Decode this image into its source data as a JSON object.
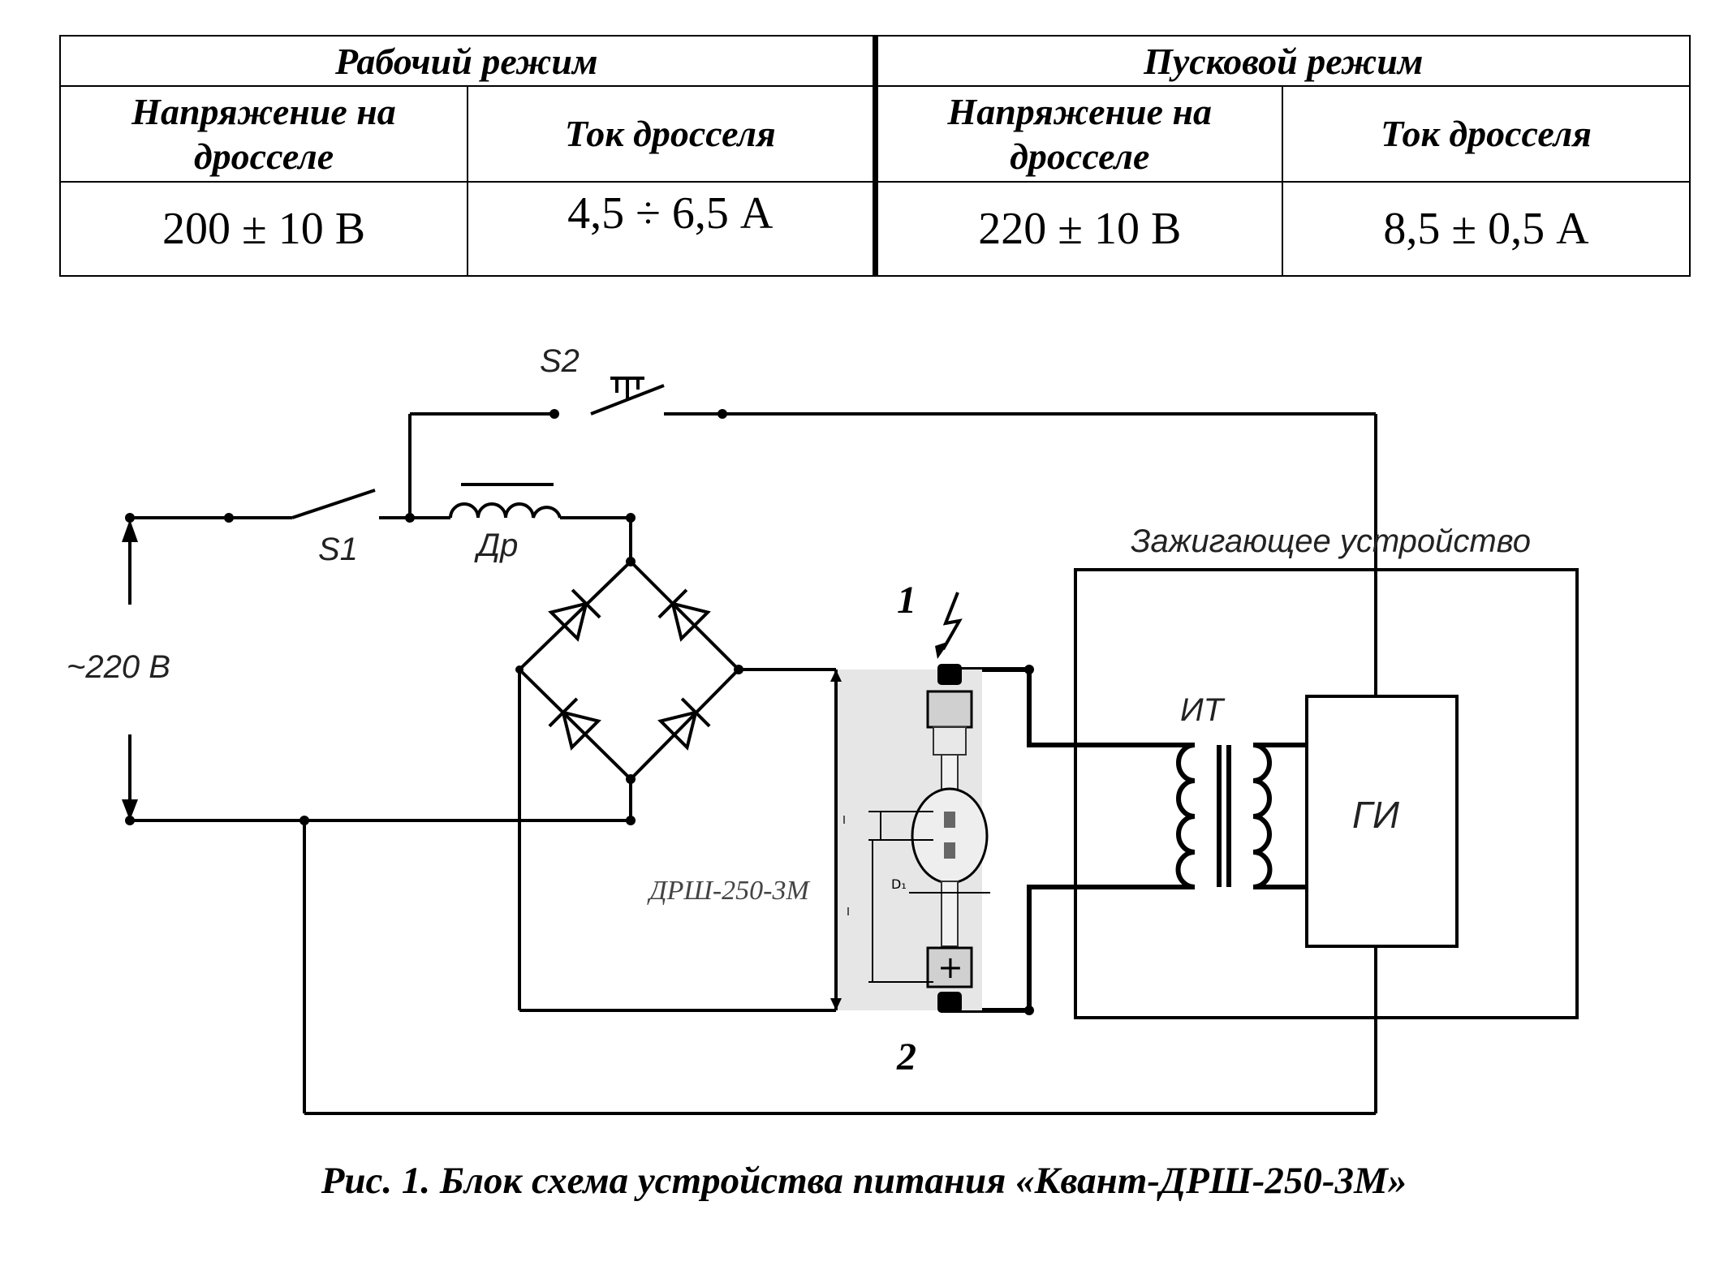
{
  "table": {
    "groups": [
      "Рабочий режим",
      "Пусковой режим"
    ],
    "headers": [
      "Напряжение на дросселе",
      "Ток дросселя",
      "Напряжение на дросселе",
      "Ток дросселя"
    ],
    "values": [
      "200 ± 10 В",
      "4,5 ÷ 6,5 А",
      "220 ± 10 В",
      "8,5 ± 0,5 А"
    ]
  },
  "diagram": {
    "switch_s2": "S2",
    "switch_s1": "S1",
    "choke": "Др",
    "supply": "~220 В",
    "igniter_title": "Зажигающее устройство",
    "transformer": "ИТ",
    "pulse_generator": "ГИ",
    "lamp": "ДРШ-250-3М",
    "marker_1": "1",
    "marker_2": "2"
  },
  "caption": "Рис. 1. Блок схема устройства питания «Квант-ДРШ-250-3М»"
}
